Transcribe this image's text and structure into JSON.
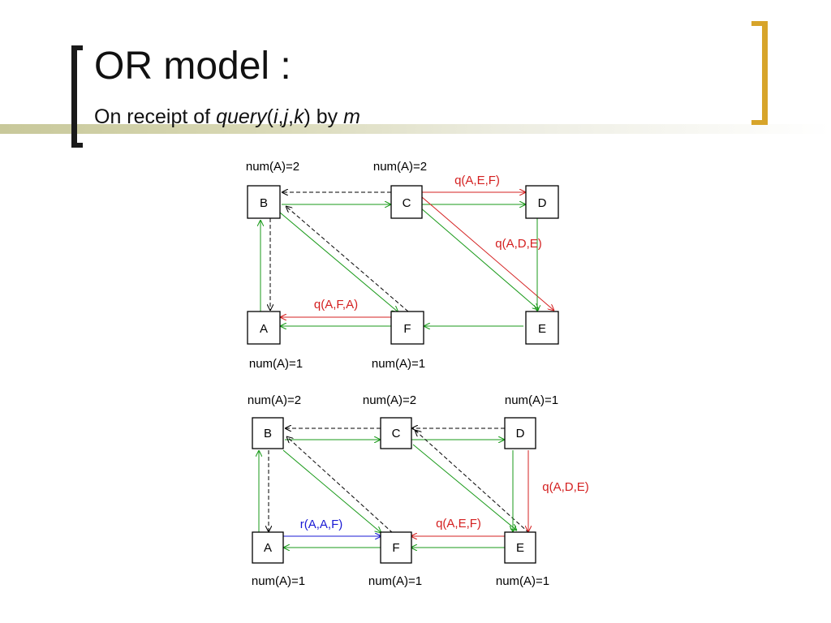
{
  "slide": {
    "title": "OR model :",
    "subtitle": {
      "prefix": "On receipt of ",
      "query": "query",
      "open": "(",
      "i": "i",
      "c1": ",",
      "j": "j",
      "c2": ",",
      "k": "k",
      "close": ")",
      "by": " by ",
      "m": "m"
    }
  },
  "colors": {
    "green": "#1a9a1a",
    "red": "#d42020",
    "blue": "#1a1ad4",
    "black": "#000000",
    "accent": "#d7a42a"
  },
  "diagram_top": {
    "nodes": [
      "B",
      "C",
      "D",
      "A",
      "F",
      "E"
    ],
    "num_top_B": "num(A)=2",
    "num_top_C": "num(A)=2",
    "num_bottom_A": "num(A)=1",
    "num_bottom_F": "num(A)=1",
    "msg_CD": "q(A,E,F)",
    "msg_CE": "q(A,D,E)",
    "msg_FA": "q(A,F,A)"
  },
  "diagram_bottom": {
    "nodes": [
      "B",
      "C",
      "D",
      "A",
      "F",
      "E"
    ],
    "num_top_B": "num(A)=2",
    "num_top_C": "num(A)=2",
    "num_top_D": "num(A)=1",
    "num_bottom_A": "num(A)=1",
    "num_bottom_F": "num(A)=1",
    "num_bottom_E": "num(A)=1",
    "msg_DE": "q(A,D,E)",
    "msg_EF": "q(A,E,F)",
    "msg_AF": "r(A,A,F)"
  }
}
